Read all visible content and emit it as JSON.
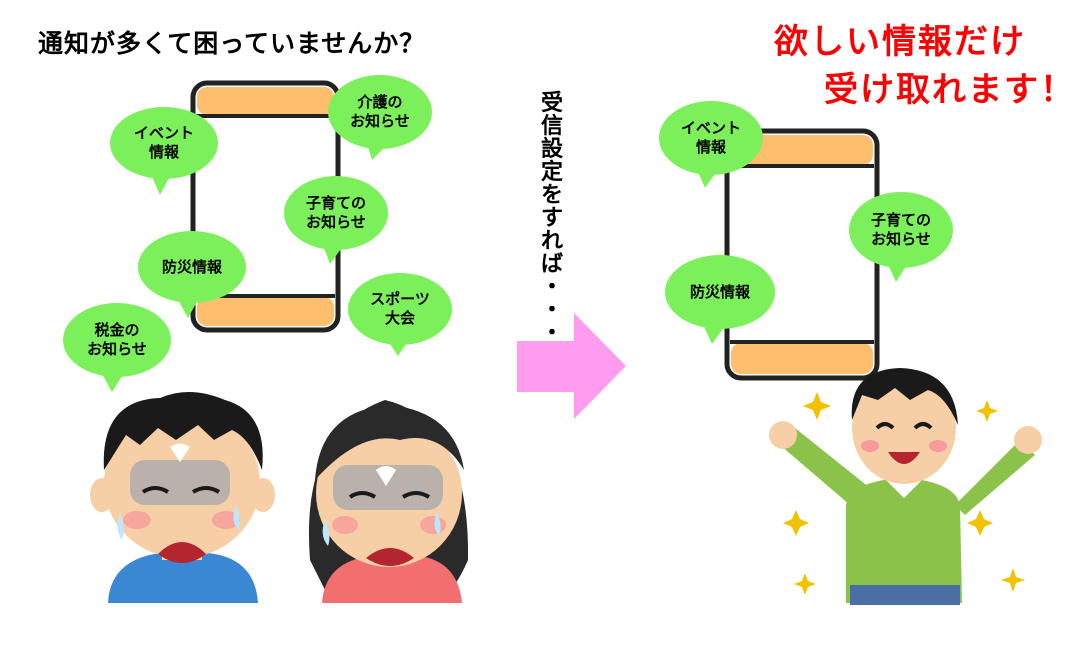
{
  "before": {
    "heading": "通知が多くて困っていませんか？",
    "bubbles": {
      "event": "イベント\n情報",
      "care": "介護の\nお知らせ",
      "childcare": "子育ての\nお知らせ",
      "disaster": "防災情報",
      "sports": "スポーツ\n大会",
      "tax": "税金の\nお知らせ"
    }
  },
  "middle": {
    "vertical_text": [
      "受",
      "信",
      "設",
      "定",
      "を",
      "す",
      "れ",
      "ば",
      "・",
      "・",
      "・"
    ]
  },
  "after": {
    "headline_line1": "欲しい情報だけ",
    "headline_line2": "受け取れます！",
    "bubbles": {
      "event": "イベント\n情報",
      "childcare": "子育ての\nお知らせ",
      "disaster": "防災情報"
    }
  },
  "colors": {
    "bubble": "#7cf05a",
    "phone_bar": "#ffbe6e",
    "arrow": "#ff9cf0",
    "headline": "#ff0000"
  }
}
